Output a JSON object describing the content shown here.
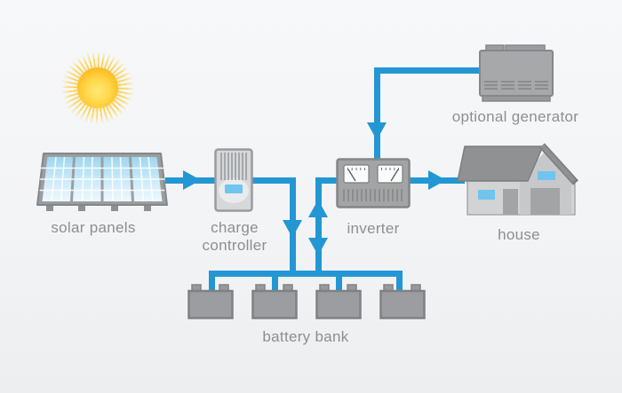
{
  "diagram_type": "solar-power-system-flow-diagram",
  "colors": {
    "accent_blue": "#2397d3",
    "window_blue": "#6fc5ee",
    "label_gray": "#8c8f91",
    "device_gray": "#a2a4a6",
    "device_border": "#85878a",
    "sun_core": "#fdc52d",
    "sun_ray": "#ffd23e",
    "background_top": "#f7f8f9",
    "background_bottom": "#eceef0"
  },
  "nodes": {
    "sun": {
      "icon": "sun-icon",
      "label": ""
    },
    "solar_panels": {
      "icon": "solar-panels-icon",
      "label": "solar panels"
    },
    "charge_controller": {
      "icon": "charge-controller-icon",
      "label": "charge controller"
    },
    "inverter": {
      "icon": "inverter-icon",
      "label": "inverter"
    },
    "optional_generator": {
      "icon": "generator-icon",
      "label": "optional generator"
    },
    "house": {
      "icon": "house-icon",
      "label": "house"
    },
    "battery_bank": {
      "icon": "battery-icon",
      "label": "battery bank",
      "battery_count": 4
    }
  },
  "connections": [
    {
      "from": "solar_panels",
      "to": "charge_controller",
      "direction": "one-way"
    },
    {
      "from": "charge_controller",
      "to": "battery_bank",
      "direction": "one-way"
    },
    {
      "from": "battery_bank",
      "to": "inverter",
      "direction": "two-way"
    },
    {
      "from": "optional_generator",
      "to": "inverter",
      "direction": "one-way"
    },
    {
      "from": "inverter",
      "to": "house",
      "direction": "one-way"
    }
  ]
}
